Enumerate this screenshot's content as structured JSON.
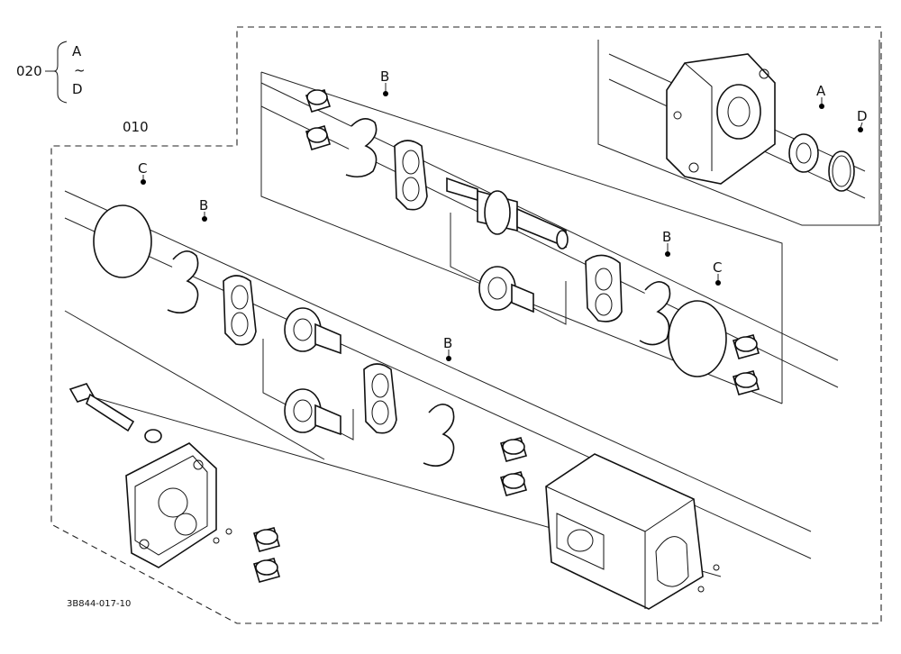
{
  "group": {
    "number": "020",
    "range_from": "A",
    "range_tilde": "~",
    "range_to": "D"
  },
  "assembly_number": "010",
  "callouts": {
    "a_housing_seal": "A",
    "d_housing_circlip": "D",
    "b_upper_ring": "B",
    "b_right_ring": "B",
    "c_right_oring": "C",
    "c_left_oring": "C",
    "b_left_ring": "B",
    "b_lower_ring": "B"
  },
  "drawing_code": "3B844-017-10"
}
